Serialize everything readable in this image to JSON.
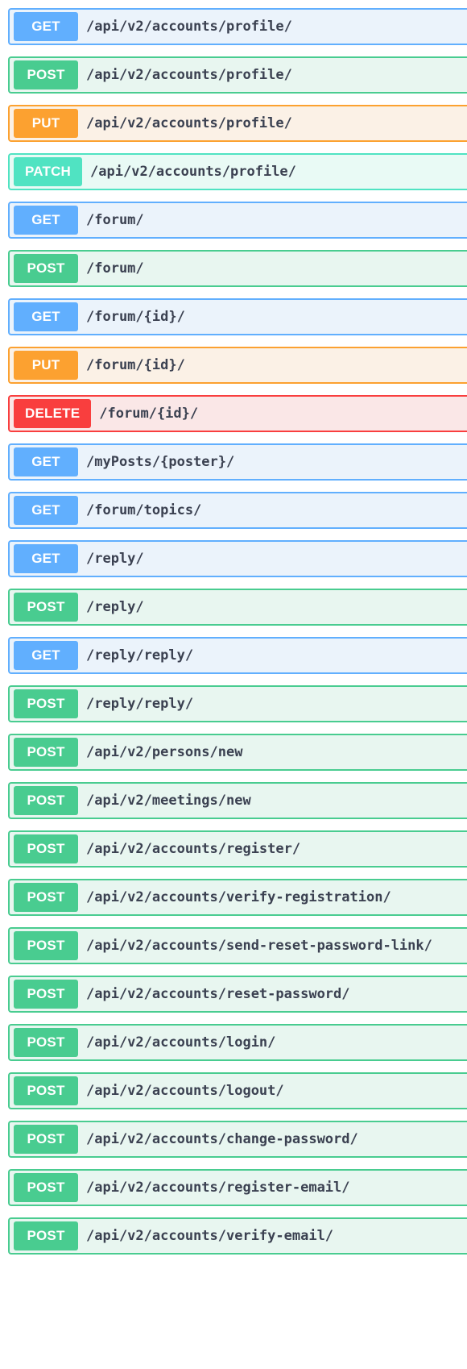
{
  "colors": {
    "get": "#61affe",
    "post": "#49cc90",
    "put": "#fca130",
    "patch": "#50e3c2",
    "delete": "#f93e3e",
    "path_text": "#3b4151"
  },
  "operations": [
    {
      "method": "GET",
      "path": "/api/v2/accounts/profile/"
    },
    {
      "method": "POST",
      "path": "/api/v2/accounts/profile/"
    },
    {
      "method": "PUT",
      "path": "/api/v2/accounts/profile/"
    },
    {
      "method": "PATCH",
      "path": "/api/v2/accounts/profile/"
    },
    {
      "method": "GET",
      "path": "/forum/"
    },
    {
      "method": "POST",
      "path": "/forum/"
    },
    {
      "method": "GET",
      "path": "/forum/{id}/"
    },
    {
      "method": "PUT",
      "path": "/forum/{id}/"
    },
    {
      "method": "DELETE",
      "path": "/forum/{id}/"
    },
    {
      "method": "GET",
      "path": "/myPosts/{poster}/"
    },
    {
      "method": "GET",
      "path": "/forum/topics/"
    },
    {
      "method": "GET",
      "path": "/reply/"
    },
    {
      "method": "POST",
      "path": "/reply/"
    },
    {
      "method": "GET",
      "path": "/reply/reply/"
    },
    {
      "method": "POST",
      "path": "/reply/reply/"
    },
    {
      "method": "POST",
      "path": "/api/v2/persons/new"
    },
    {
      "method": "POST",
      "path": "/api/v2/meetings/new"
    },
    {
      "method": "POST",
      "path": "/api/v2/accounts/register/"
    },
    {
      "method": "POST",
      "path": "/api/v2/accounts/verify-registration/"
    },
    {
      "method": "POST",
      "path": "/api/v2/accounts/send-reset-password-link/"
    },
    {
      "method": "POST",
      "path": "/api/v2/accounts/reset-password/"
    },
    {
      "method": "POST",
      "path": "/api/v2/accounts/login/"
    },
    {
      "method": "POST",
      "path": "/api/v2/accounts/logout/"
    },
    {
      "method": "POST",
      "path": "/api/v2/accounts/change-password/"
    },
    {
      "method": "POST",
      "path": "/api/v2/accounts/register-email/"
    },
    {
      "method": "POST",
      "path": "/api/v2/accounts/verify-email/"
    }
  ]
}
